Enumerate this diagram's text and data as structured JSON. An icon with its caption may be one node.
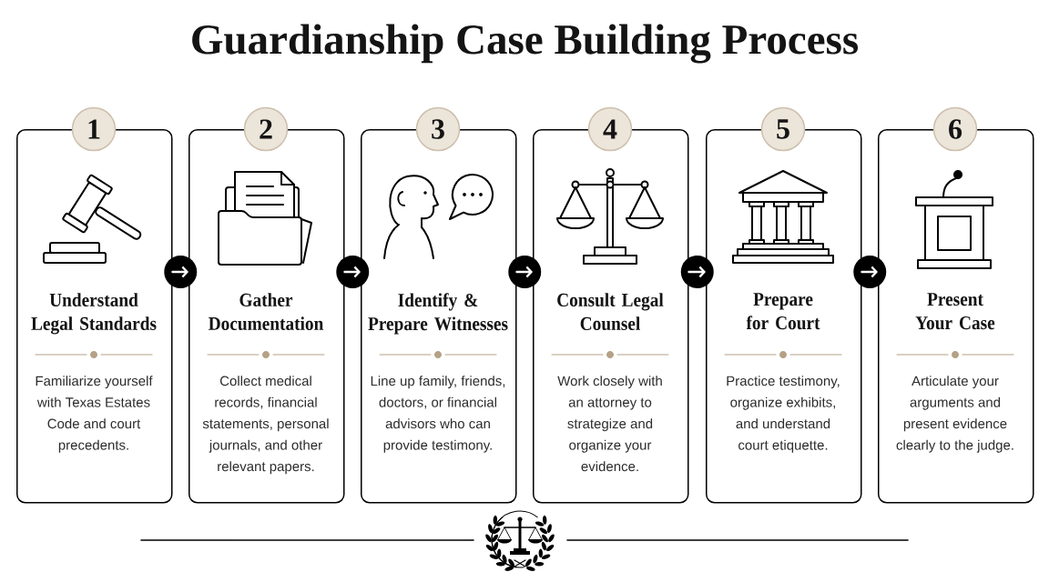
{
  "diagram": {
    "title": "Guardianship Case Building Process",
    "nodes": [
      {
        "text": [
          "1"
        ]
      },
      {
        "text": [
          "Understand Legal Standards",
          "Familiarize yourself with Texas Estates Code and court precedents."
        ]
      },
      {
        "text": [
          "2"
        ]
      },
      {
        "text": [
          "Gather Documentation",
          "Collect medical records, financial statements, personal journals, and other relevant papers."
        ]
      },
      {
        "text": [
          "3"
        ]
      },
      {
        "text": [
          "Identify & Prepare Witnesses",
          "Line up family, friends, doctors, or financial advisors who can provide testimony."
        ]
      },
      {
        "text": [
          "4"
        ]
      },
      {
        "text": [
          "Consult Legal Counsel",
          "Work closely with an attorney to strategize and organize your evidence."
        ]
      },
      {
        "text": [
          "5"
        ]
      },
      {
        "text": [
          "Prepare for Court",
          "Practice testimony, organize exhibits, and understand court etiquette."
        ]
      },
      {
        "text": [
          "6"
        ]
      },
      {
        "text": [
          "Present Your Case",
          "Articulate your arguments and present evidence clearly to the judge."
        ]
      }
    ],
    "edges": [
      {
        "from": 1,
        "to": 3,
        "arrow": "to"
      },
      {
        "from": 3,
        "to": 5,
        "arrow": "to"
      },
      {
        "from": 5,
        "to": 7,
        "arrow": "to"
      },
      {
        "from": 7,
        "to": 9,
        "arrow": "to"
      },
      {
        "from": 9,
        "to": 11,
        "arrow": "to"
      }
    ]
  }
}
